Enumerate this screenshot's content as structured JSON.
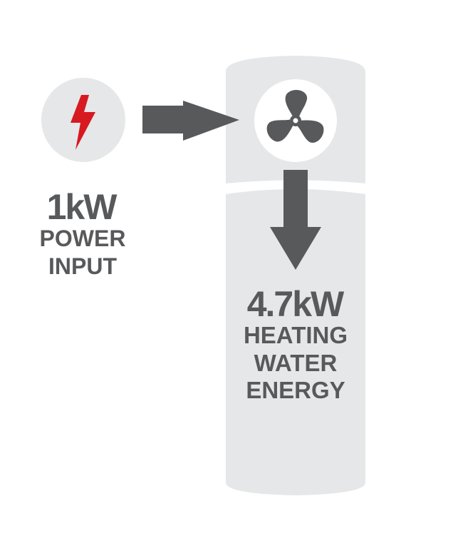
{
  "input": {
    "value": "1kW",
    "line1": "POWER",
    "line2": "INPUT"
  },
  "output": {
    "value": "4.7kW",
    "line1": "HEATING",
    "line2": "WATER",
    "line3": "ENERGY"
  },
  "icons": {
    "input_icon": "lightning-bolt-icon",
    "unit_icon": "fan-icon"
  },
  "colors": {
    "text": "#58595b",
    "tank": "#e6e7e8",
    "bolt": "#d71920",
    "arrow": "#58595b"
  }
}
